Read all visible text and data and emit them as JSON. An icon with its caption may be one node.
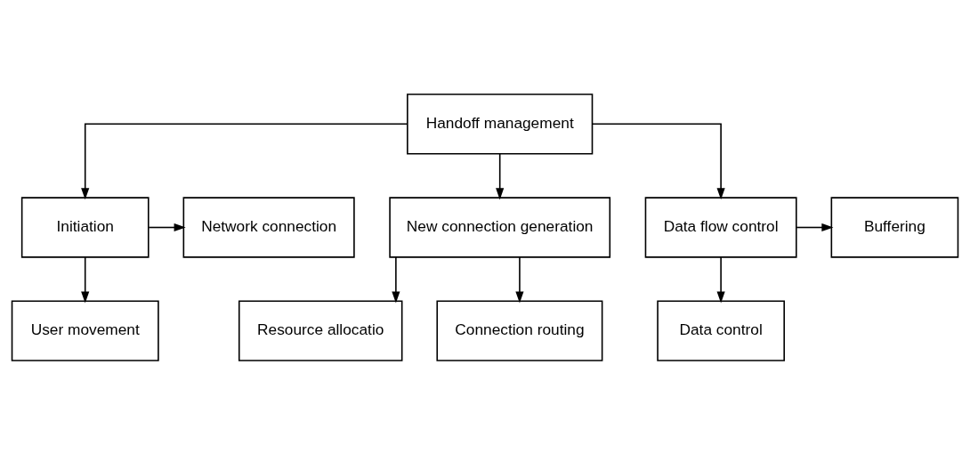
{
  "diagram": {
    "nodes": [
      {
        "text": [
          "Handoff management"
        ]
      },
      {
        "text": [
          "Network connection"
        ]
      },
      {
        "text": [
          "Initiation"
        ]
      },
      {
        "text": [
          "New connection generation"
        ]
      },
      {
        "text": [
          "Data flow control"
        ]
      },
      {
        "text": [
          "Buffering"
        ]
      },
      {
        "text": [
          "User movement"
        ]
      },
      {
        "text": [
          "Resource allocatio"
        ]
      },
      {
        "text": [
          "Data control"
        ]
      },
      {
        "text": [
          "Connection routing"
        ]
      }
    ],
    "edges": [
      {
        "from": 0,
        "to": 2,
        "arrow": "to"
      },
      {
        "from": 0,
        "to": 3,
        "arrow": "to"
      },
      {
        "from": 0,
        "to": 4,
        "arrow": "to"
      },
      {
        "from": 2,
        "to": 1,
        "arrow": "to"
      },
      {
        "from": 2,
        "to": 6,
        "arrow": "to"
      },
      {
        "from": 3,
        "to": 7,
        "arrow": "to"
      },
      {
        "from": 3,
        "to": 9,
        "arrow": "to"
      },
      {
        "from": 4,
        "to": 5,
        "arrow": "to"
      },
      {
        "from": 4,
        "to": 8,
        "arrow": "to"
      }
    ]
  }
}
